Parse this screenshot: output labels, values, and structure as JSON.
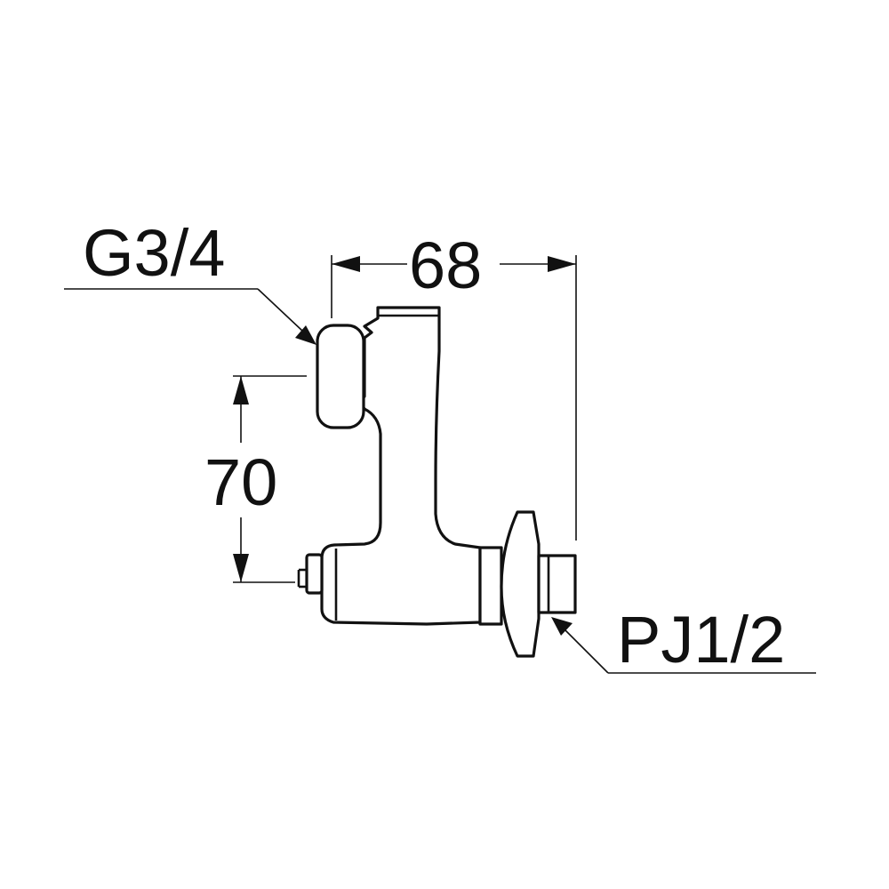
{
  "labels": {
    "top_left_thread": "G3/4",
    "width_dimension": "68",
    "height_dimension": "70",
    "bottom_right_thread": "PJ1/2"
  }
}
